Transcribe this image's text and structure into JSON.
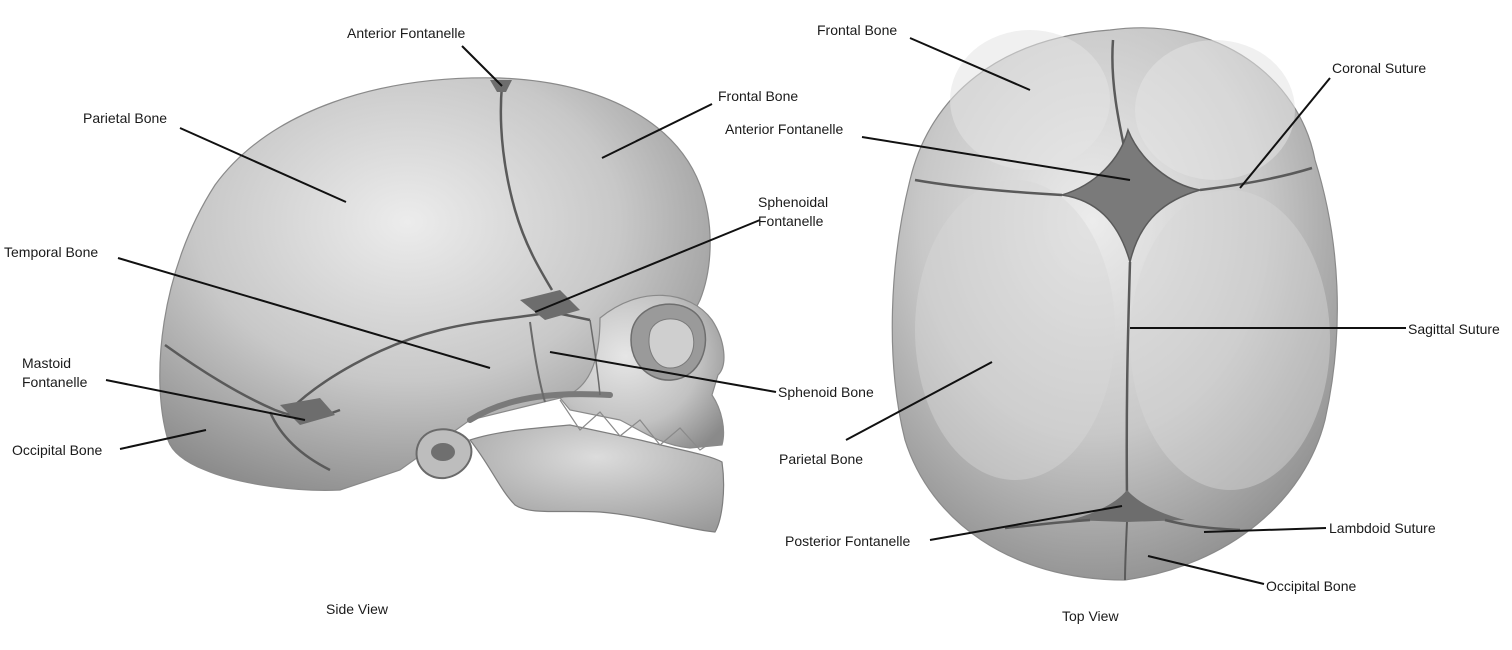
{
  "side_view": {
    "caption": "Side View",
    "labels": {
      "anterior_fontanelle": "Anterior Fontanelle",
      "parietal_bone": "Parietal Bone",
      "frontal_bone": "Frontal Bone",
      "sphenoidal_fontanelle": "Sphenoidal Fontanelle",
      "temporal_bone": "Temporal Bone",
      "mastoid_fontanelle": "Mastoid Fontanelle",
      "sphenoid_bone": "Sphenoid Bone",
      "occipital_bone": "Occipital Bone"
    }
  },
  "top_view": {
    "caption": "Top View",
    "labels": {
      "frontal_bone": "Frontal Bone",
      "coronal_suture": "Coronal Suture",
      "anterior_fontanelle": "Anterior Fontanelle",
      "sagittal_suture": "Sagittal Suture",
      "parietal_bone": "Parietal Bone",
      "posterior_fontanelle": "Posterior Fontanelle",
      "lambdoid_suture": "Lambdoid Suture",
      "occipital_bone": "Occipital Bone"
    }
  },
  "colors": {
    "bone_light": "#e2e2e2",
    "bone_mid": "#b4b4b4",
    "bone_dark": "#7f7f7f",
    "suture": "#5a5a5a",
    "leader_line": "#111111"
  }
}
